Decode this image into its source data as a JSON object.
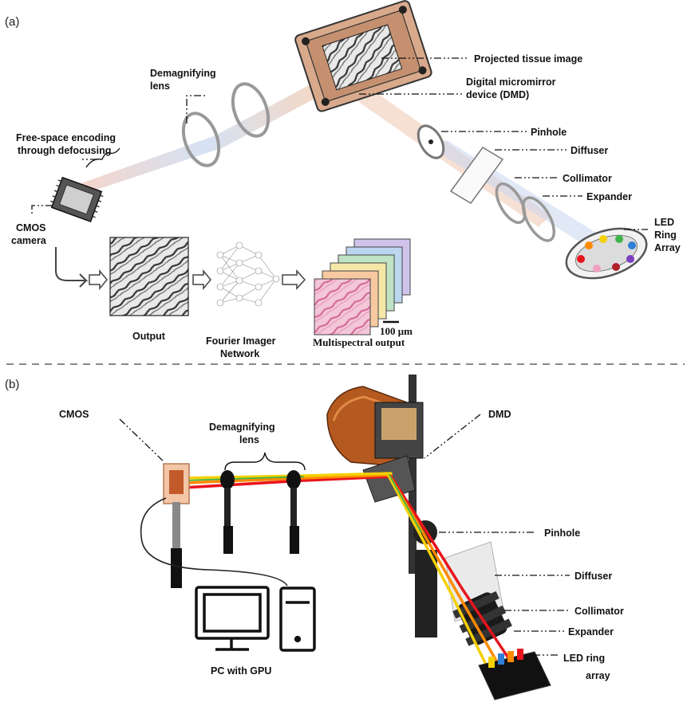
{
  "panel_a": {
    "tag": "(a)",
    "labels": {
      "projected_tissue_image": "Projected tissue image",
      "dmd_line1": "Digital micromirror",
      "dmd_line2": "device (DMD)",
      "pinhole": "Pinhole",
      "diffuser": "Diffuser",
      "collimator": "Collimator",
      "expander": "Expander",
      "led_line1": "LED",
      "led_line2": "Ring",
      "led_line3": "Array",
      "demag_line1": "Demagnifying",
      "demag_line2": "lens",
      "free_line1": "Free-space encoding",
      "free_line2": "through defocusing",
      "cmos_line1": "CMOS",
      "cmos_line2": "camera",
      "output": "Output",
      "network_line1": "Fourier Imager",
      "network_line2": "Network",
      "multispectral": "Multispectral output",
      "scale_bar": "100 μm"
    }
  },
  "panel_b": {
    "tag": "(b)",
    "labels": {
      "cmos": "CMOS",
      "demag_line1": "Demagnifying",
      "demag_line2": "lens",
      "dmd": "DMD",
      "pinhole": "Pinhole",
      "diffuser": "Diffuser",
      "collimator": "Collimator",
      "expander": "Expander",
      "led_line1": "LED ring",
      "led_line2": "array",
      "pc": "PC with GPU"
    }
  },
  "colors": {
    "beam_red": "#e8141c",
    "beam_orange": "#ff8a00",
    "beam_yellow": "#f5d000",
    "beam_green": "#3fb54a",
    "beam_blue": "#2f7fd6",
    "dmd_frame": "#d9a98c",
    "divider": "#888888"
  }
}
